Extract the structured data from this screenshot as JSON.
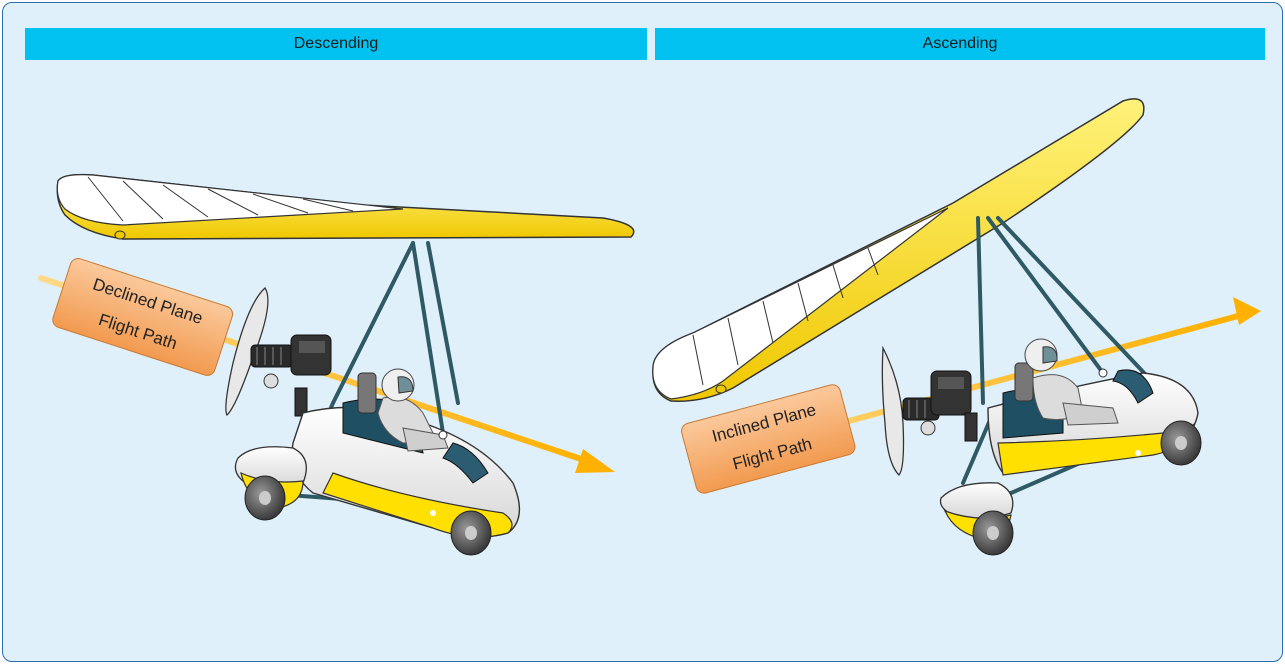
{
  "panels": [
    {
      "title": "Descending",
      "label_line1": "Declined Plane",
      "label_line2": "Flight Path"
    },
    {
      "title": "Ascending",
      "label_line1": "Inclined Plane",
      "label_line2": "Flight Path"
    }
  ],
  "colors": {
    "background": "#dff0fa",
    "header": "#00c1f0",
    "border": "#2a6fb0",
    "wing": "#ffe000",
    "arrow": "#ffb000",
    "label": "#f7a35a"
  },
  "icons": [
    "trike-microlight",
    "flight-path-arrow"
  ]
}
